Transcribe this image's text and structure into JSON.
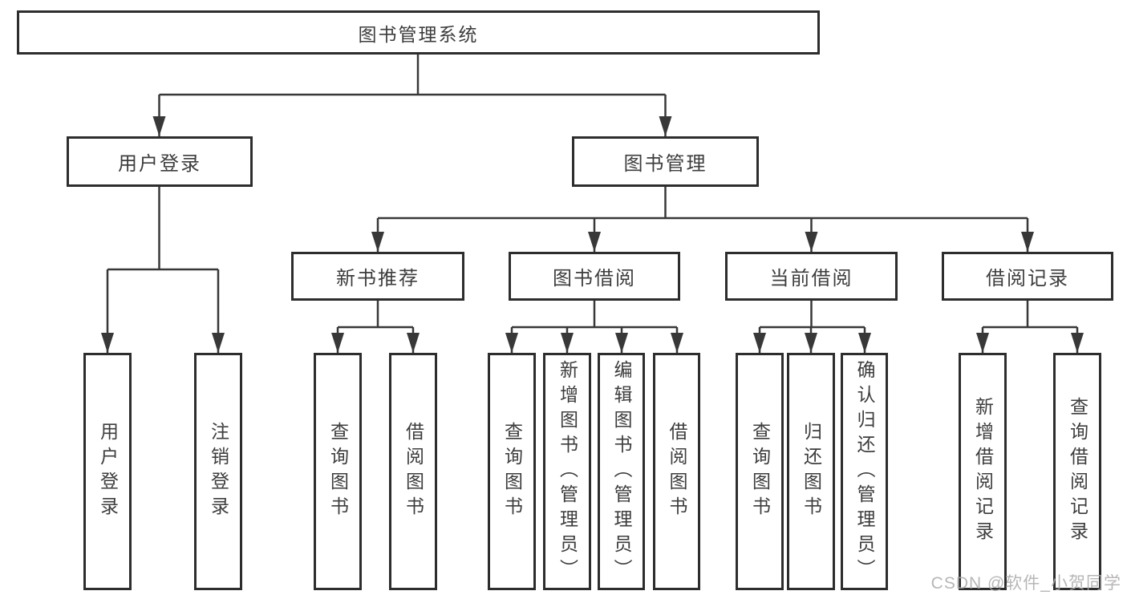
{
  "diagram": {
    "root": {
      "label": "图书管理系统"
    },
    "branches": [
      {
        "label": "用户登录",
        "children": [
          {
            "label": "用户登录"
          },
          {
            "label": "注销登录"
          }
        ]
      },
      {
        "label": "图书管理",
        "children": [
          {
            "label": "新书推荐",
            "children": [
              {
                "label": "查询图书"
              },
              {
                "label": "借阅图书"
              }
            ]
          },
          {
            "label": "图书借阅",
            "children": [
              {
                "label": "查询图书"
              },
              {
                "label": "新增图书（管理员）"
              },
              {
                "label": "编辑图书（管理员）"
              },
              {
                "label": "借阅图书"
              }
            ]
          },
          {
            "label": "当前借阅",
            "children": [
              {
                "label": "查询图书"
              },
              {
                "label": "归还图书"
              },
              {
                "label": "确认归还（管理员）"
              }
            ]
          },
          {
            "label": "借阅记录",
            "children": [
              {
                "label": "新增借阅记录"
              },
              {
                "label": "查询借阅记录"
              }
            ]
          }
        ]
      }
    ]
  },
  "watermark": {
    "text": "CSDN @软件_小贺同学"
  },
  "colors": {
    "border": "#2d2d2d",
    "connector": "#383838",
    "text": "#3d3d3d",
    "watermark": "#aca9a9",
    "background": "#ffffff"
  }
}
